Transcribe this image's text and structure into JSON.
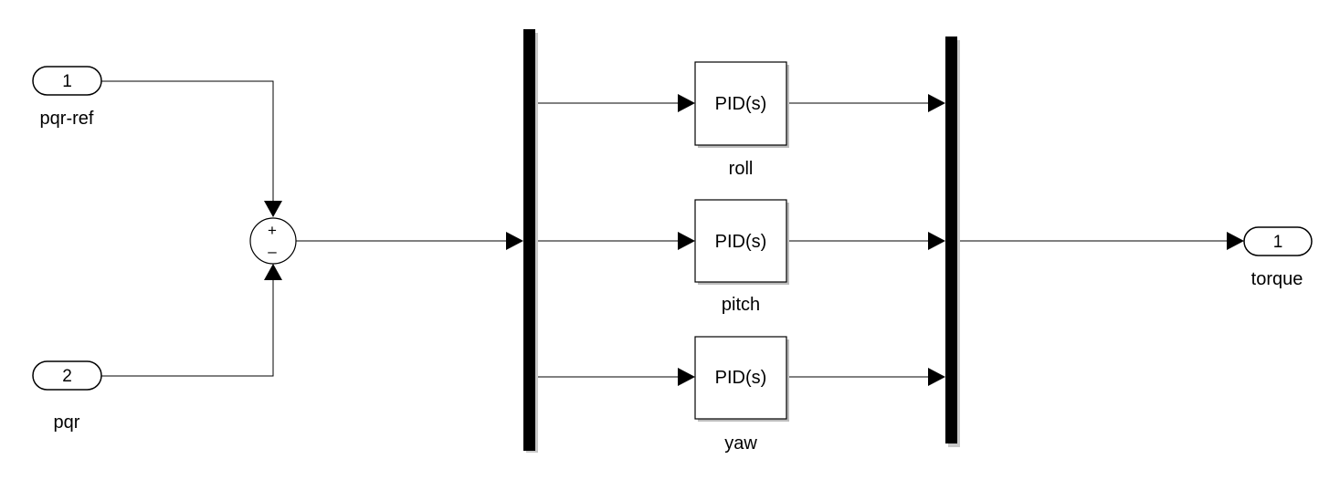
{
  "inports": [
    {
      "number": "1",
      "name": "pqr-ref"
    },
    {
      "number": "2",
      "name": "pqr"
    }
  ],
  "sum": {
    "signs": [
      "+",
      "–"
    ]
  },
  "pid_blocks": [
    {
      "text": "PID(s)",
      "name": "roll"
    },
    {
      "text": "PID(s)",
      "name": "pitch"
    },
    {
      "text": "PID(s)",
      "name": "yaw"
    }
  ],
  "outport": {
    "number": "1",
    "name": "torque"
  }
}
